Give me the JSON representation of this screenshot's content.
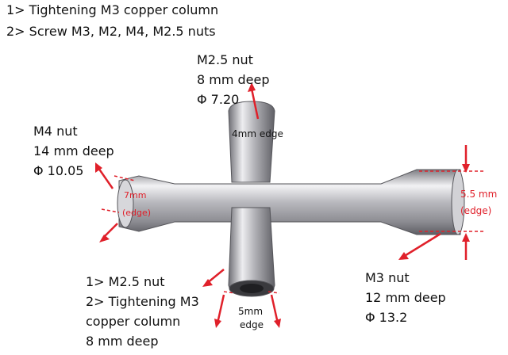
{
  "intro": {
    "line1": "1> Tightening M3 copper column",
    "line2": "2> Screw M3, M2, M4, M2.5 nuts"
  },
  "top_label": {
    "line1": "M2.5 nut",
    "line2": "8 mm deep",
    "line3": "Φ 7.20",
    "edge": "4mm edge"
  },
  "left_label": {
    "line1": "M4 nut",
    "line2": "14 mm deep",
    "line3": "Φ 10.05",
    "edge1": "7mm",
    "edge2": "(edge)"
  },
  "right_label": {
    "edge1": "5.5 mm",
    "edge2": "(edge)"
  },
  "bottom_left_label": {
    "line1": "1> M2.5 nut",
    "line2": "2> Tightening M3",
    "line3": "copper column",
    "line4": "8 mm deep"
  },
  "bottom_edge": {
    "line1": "5mm",
    "line2": "edge"
  },
  "bottom_right_label": {
    "line1": "M3 nut",
    "line2": "12 mm deep",
    "line3": "Φ  13.2"
  },
  "colors": {
    "annotation": "#e0202a",
    "metal_light": "#e9e9ec",
    "metal_dark": "#8a8a90"
  }
}
